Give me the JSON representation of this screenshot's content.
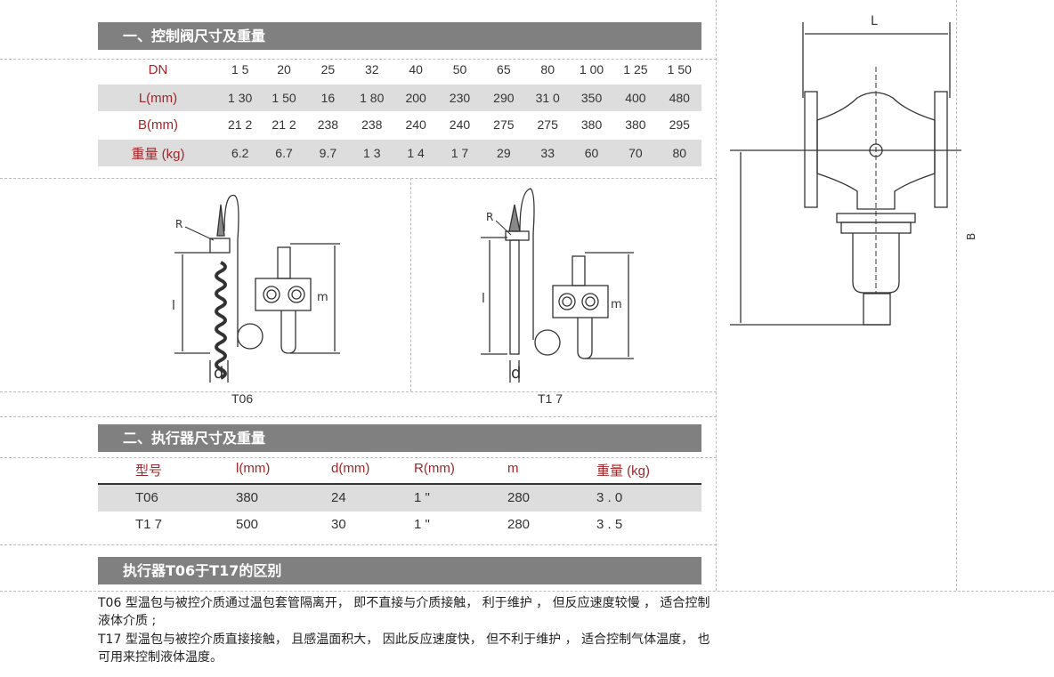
{
  "section1": {
    "title": "一、控制阀尺寸及重量",
    "rows": [
      {
        "label": "DN",
        "values": [
          "1 5",
          "20",
          "25",
          "32",
          "40",
          "50",
          "65",
          "80",
          "1 00",
          "1 25",
          "1 50"
        ]
      },
      {
        "label": "L(mm)",
        "values": [
          "1 30",
          "1 50",
          "16",
          "1 80",
          "200",
          "230",
          "290",
          "31 0",
          "350",
          "400",
          "480"
        ]
      },
      {
        "label": "B(mm)",
        "values": [
          "21 2",
          "21 2",
          "238",
          "238",
          "240",
          "240",
          "275",
          "275",
          "380",
          "380",
          "295"
        ]
      },
      {
        "label": "重量 (kg)",
        "values": [
          "6.2",
          "6.7",
          "9.7",
          "1 3",
          "1 4",
          "1 7",
          "29",
          "33",
          "60",
          "70",
          "80"
        ]
      }
    ]
  },
  "drawings": {
    "left": {
      "caption": "T06",
      "r": "R",
      "l": "l",
      "d": "d",
      "m": "m"
    },
    "right": {
      "caption": "T1 7",
      "r": "R",
      "l": "l",
      "d": "d",
      "m": "m"
    },
    "valve": {
      "L": "L",
      "B": "B"
    }
  },
  "section2": {
    "title": "二、执行器尺寸及重量",
    "headers": [
      "型号",
      "l(mm)",
      "d(mm)",
      "R(mm)",
      "m",
      "重量 (kg)"
    ],
    "rows": [
      [
        "T06",
        "380",
        "24",
        "1 \"",
        "280",
        "3 . 0"
      ],
      [
        "T1 7",
        "500",
        "30",
        "1 \"",
        "280",
        "3 . 5"
      ]
    ]
  },
  "section3": {
    "title": "执行器T06于T17的区别",
    "para1": "T06 型温包与被控介质通过温包套管隔离开， 即不直接与介质接触， 利于维护 ， 但反应速度较慢 ， 适合控制液体介质 ;",
    "para2": "T17 型温包与被控介质直接接触， 且感温面积大， 因此反应速度快， 但不利于维护 ， 适合控制气体温度， 也可用来控制液体温度。"
  }
}
